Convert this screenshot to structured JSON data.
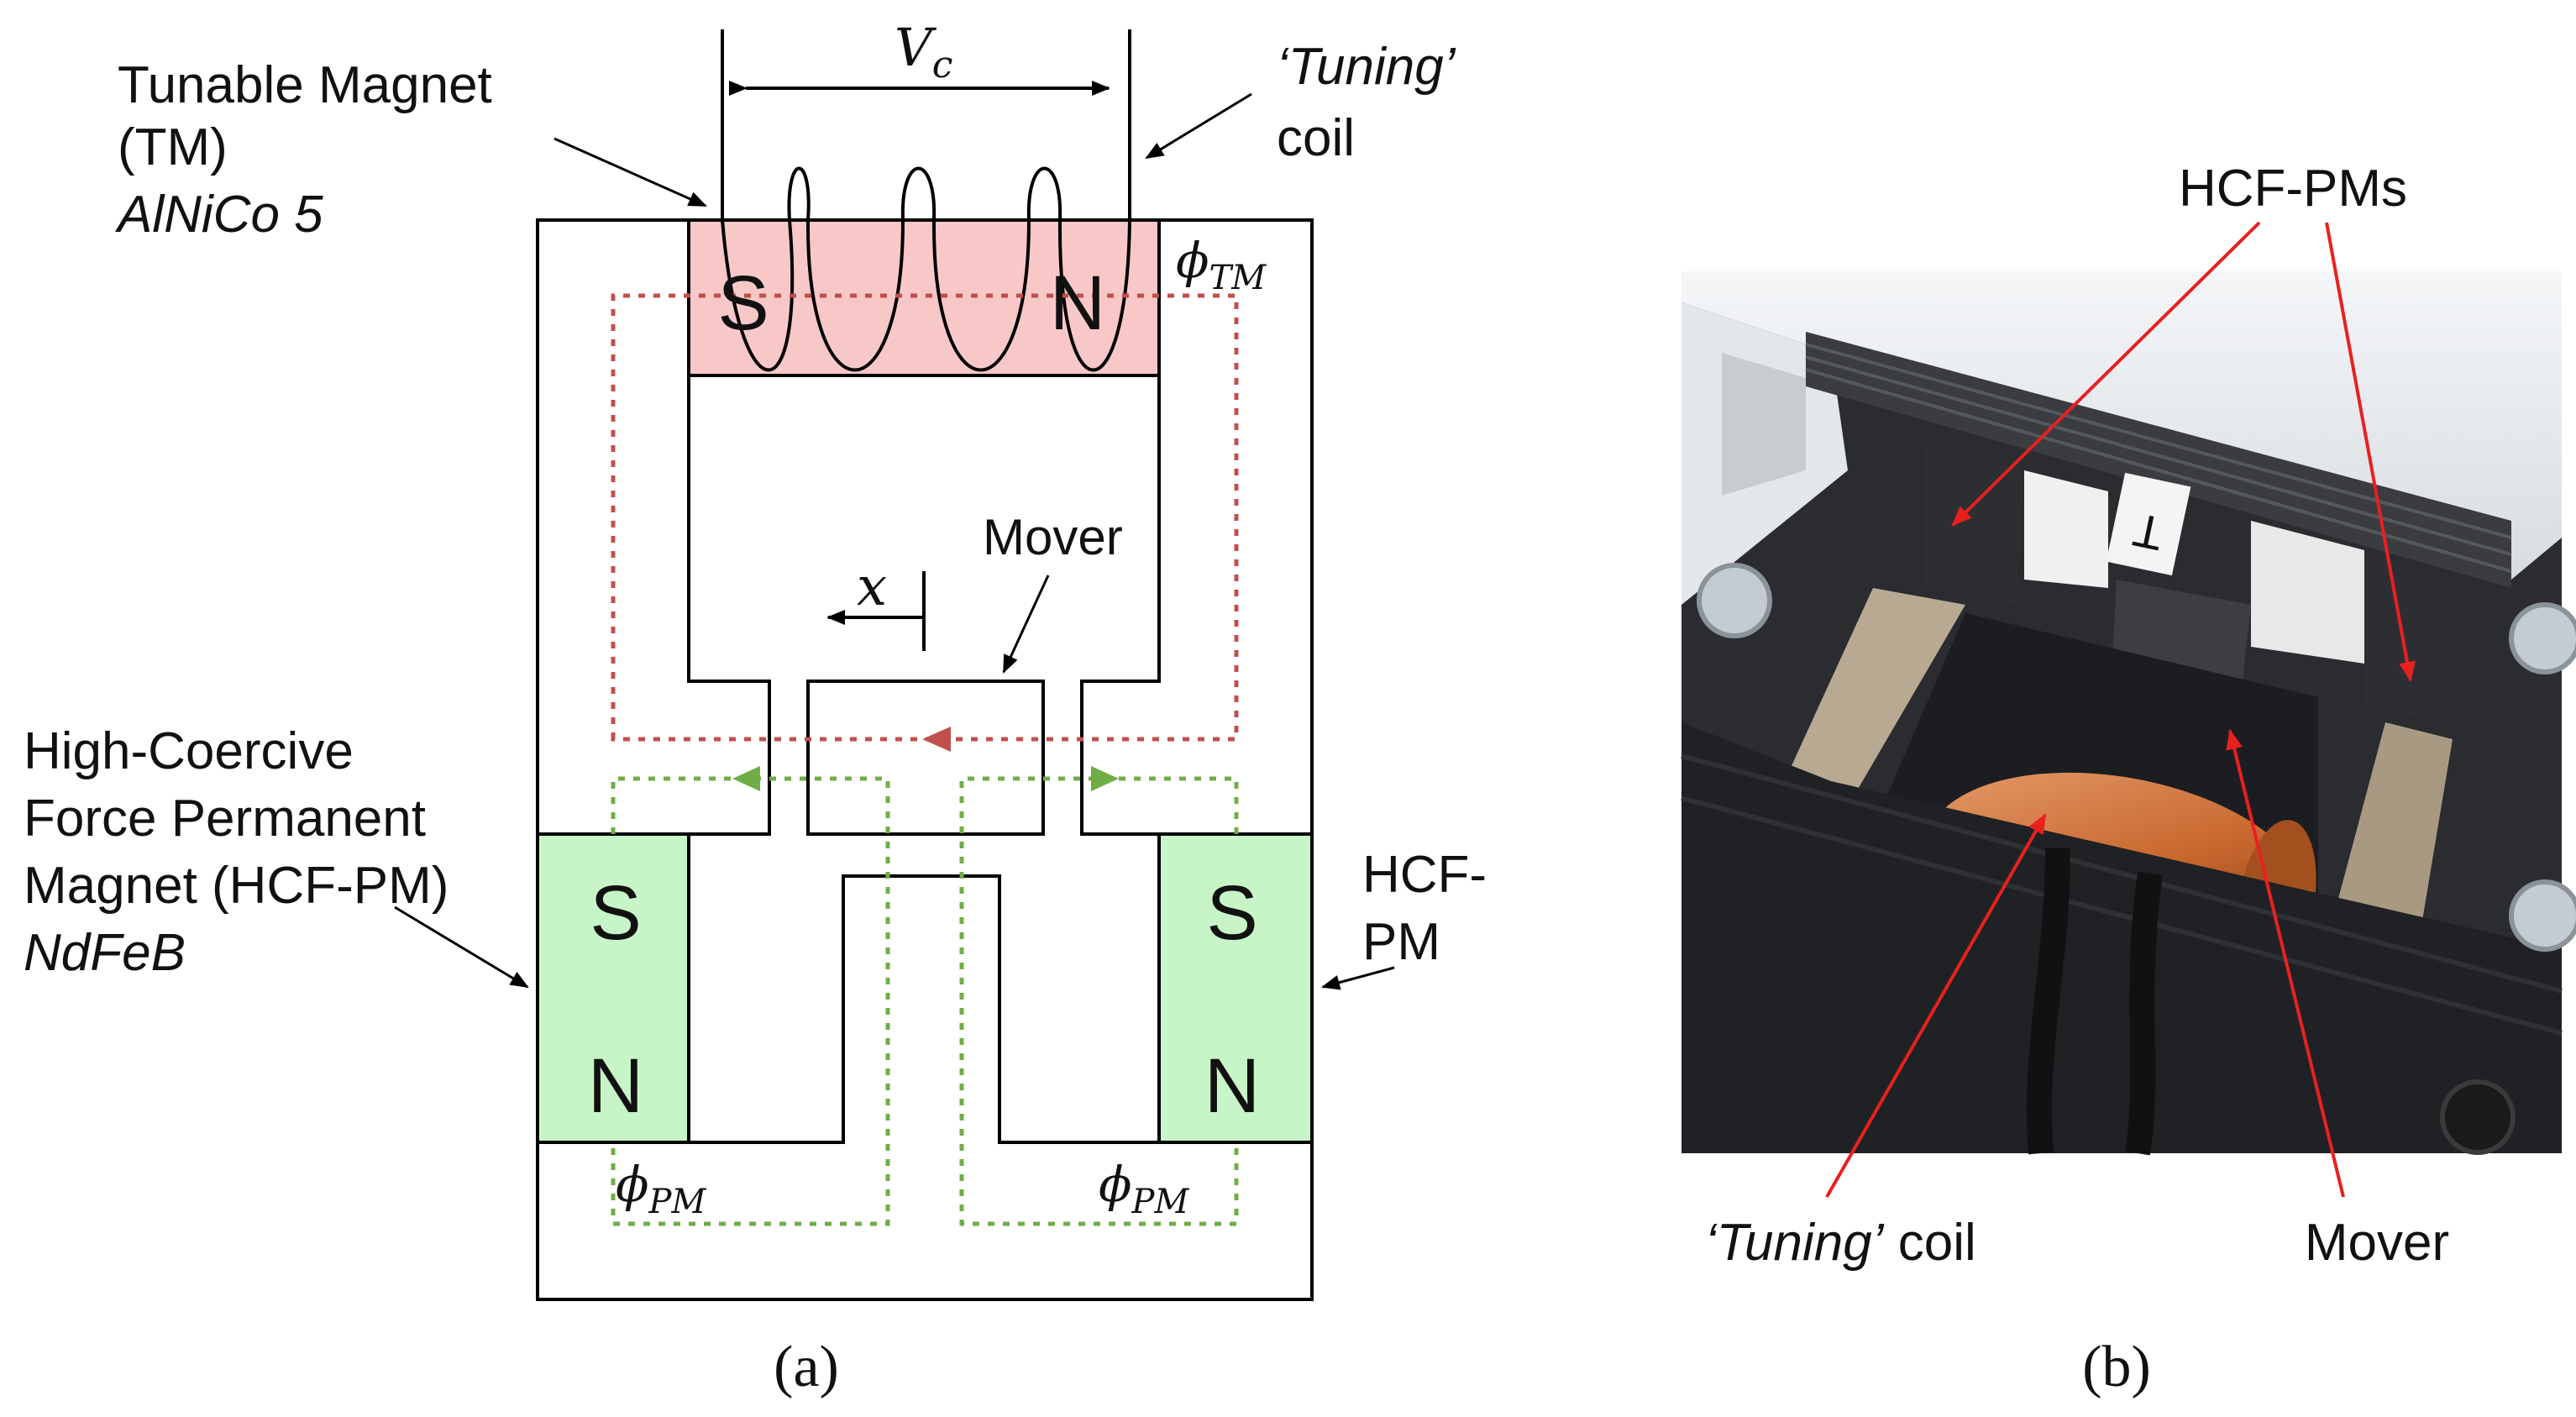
{
  "panel_a": {
    "tunable_magnet": {
      "line1": "Tunable Magnet",
      "line2": "(TM)",
      "material": "AlNiCo 5"
    },
    "tuning_coil": {
      "italic": "‘Tuning’",
      "plain": "coil"
    },
    "voltage": {
      "base": "V",
      "sub": "c"
    },
    "flux_tm": {
      "base": "ϕ",
      "sub": "TM"
    },
    "flux_pm_left": {
      "base": "ϕ",
      "sub": "PM"
    },
    "flux_pm_right": {
      "base": "ϕ",
      "sub": "PM"
    },
    "mover": "Mover",
    "displacement": "x",
    "tm_poles": {
      "left": "S",
      "right": "N"
    },
    "pm_left_poles": {
      "top": "S",
      "bottom": "N"
    },
    "pm_right_poles": {
      "top": "S",
      "bottom": "N"
    },
    "hcf_pm_left": {
      "line1": "High-Coercive",
      "line2": "Force Permanent",
      "line3": "Magnet (HCF-PM)",
      "material": "NdFeB"
    },
    "hcf_pm_right": {
      "line1": "HCF-",
      "line2": "PM"
    },
    "caption": "(a)"
  },
  "panel_b": {
    "hcf_pms": "HCF-PMs",
    "tuning_coil": {
      "italic": "‘Tuning’",
      "plain": " coil"
    },
    "mover": "Mover",
    "tag": "T",
    "caption": "(b)"
  },
  "colors": {
    "tm_fill": "#f8c8c8",
    "pm_fill": "#c8f5c8",
    "flux_tm": "#c0504d",
    "flux_pm": "#70ad47",
    "annotation_arrow": "#e82020",
    "frame": "#000000"
  }
}
